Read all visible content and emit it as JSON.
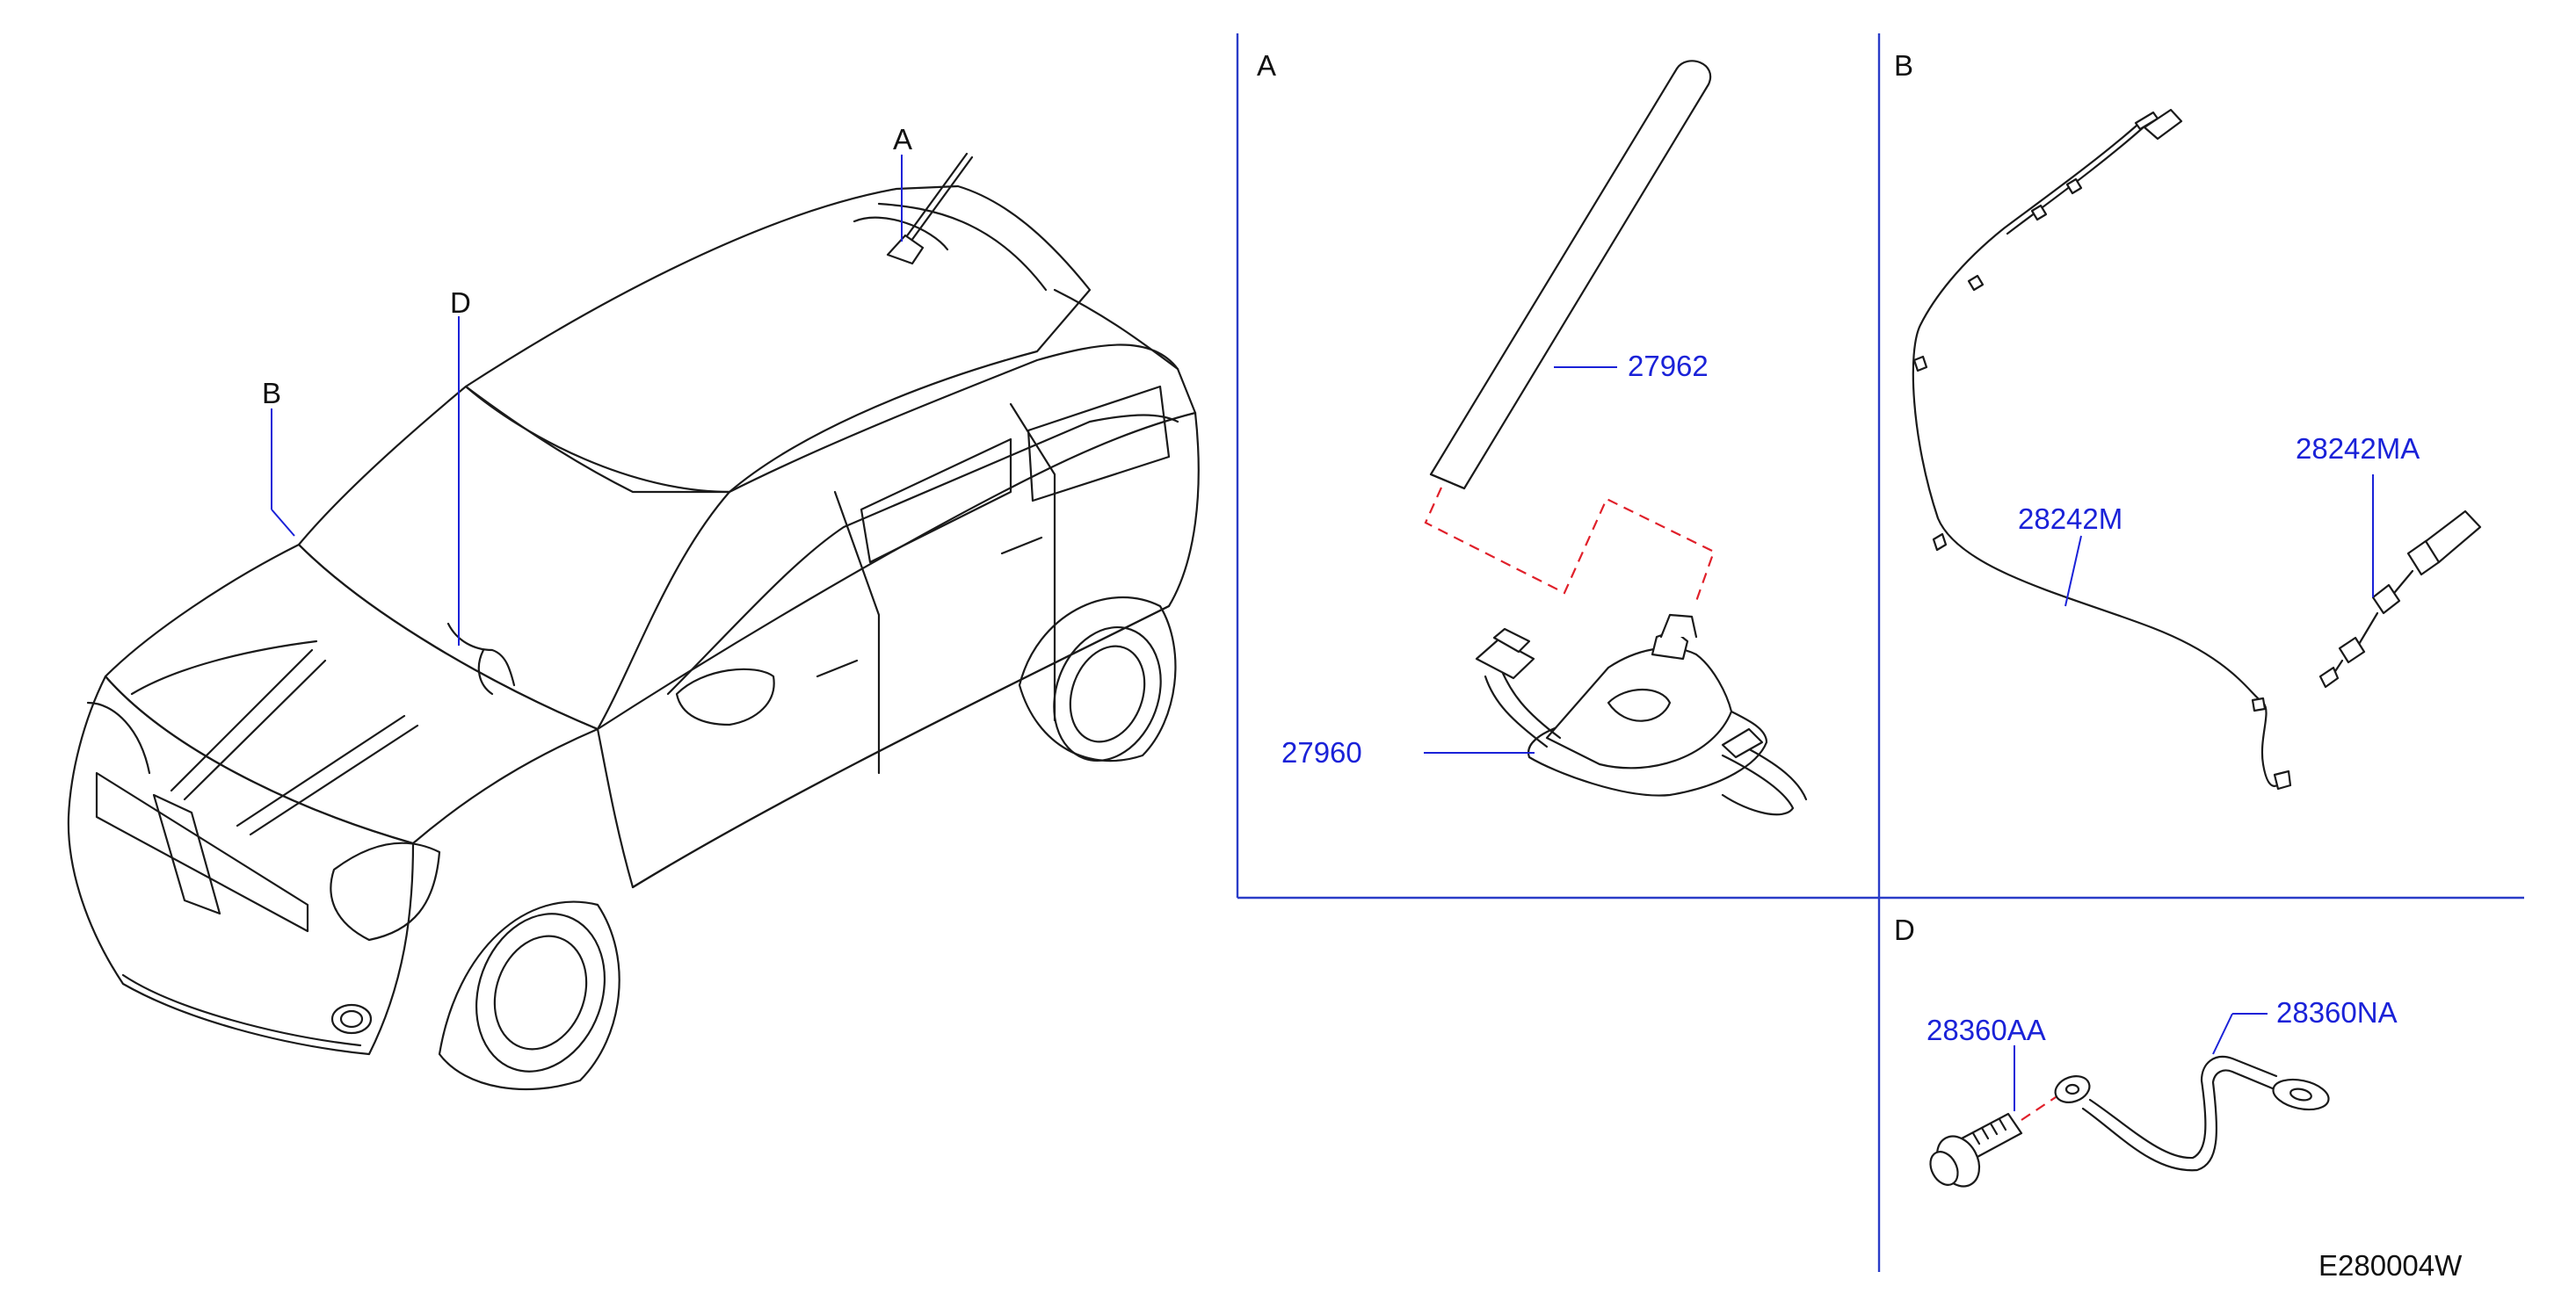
{
  "diagram": {
    "section_labels": {
      "a_car": "A",
      "b_car": "B",
      "d_car": "D",
      "a_panel": "A",
      "b_panel": "B",
      "d_panel": "D"
    },
    "part_numbers": {
      "rod_antenna": "27962",
      "antenna_base": "27960",
      "feeder_cable": "28242M",
      "feeder_connector": "28242MA",
      "bolt": "28360AA",
      "ground_strap": "28360NA"
    },
    "illustration_code": "E280004W"
  }
}
